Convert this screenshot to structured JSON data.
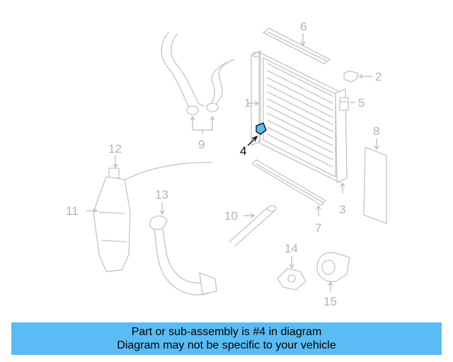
{
  "diagram": {
    "callouts": {
      "c1": "1",
      "c2": "2",
      "c3": "3",
      "c4": "4",
      "c5": "5",
      "c6": "6",
      "c7": "7",
      "c8": "8",
      "c9": "9",
      "c10": "10",
      "c11": "11",
      "c12": "12",
      "c13": "13",
      "c14": "14",
      "c15": "15"
    },
    "highlighted_part": "4",
    "highlight_color": "#5bbcf4",
    "line_color": "#c4c4c4"
  },
  "caption": {
    "line1": "Part or sub-assembly is #4 in diagram",
    "line2": "Diagram may not be specific to your vehicle",
    "background": "#5bbcf4"
  }
}
